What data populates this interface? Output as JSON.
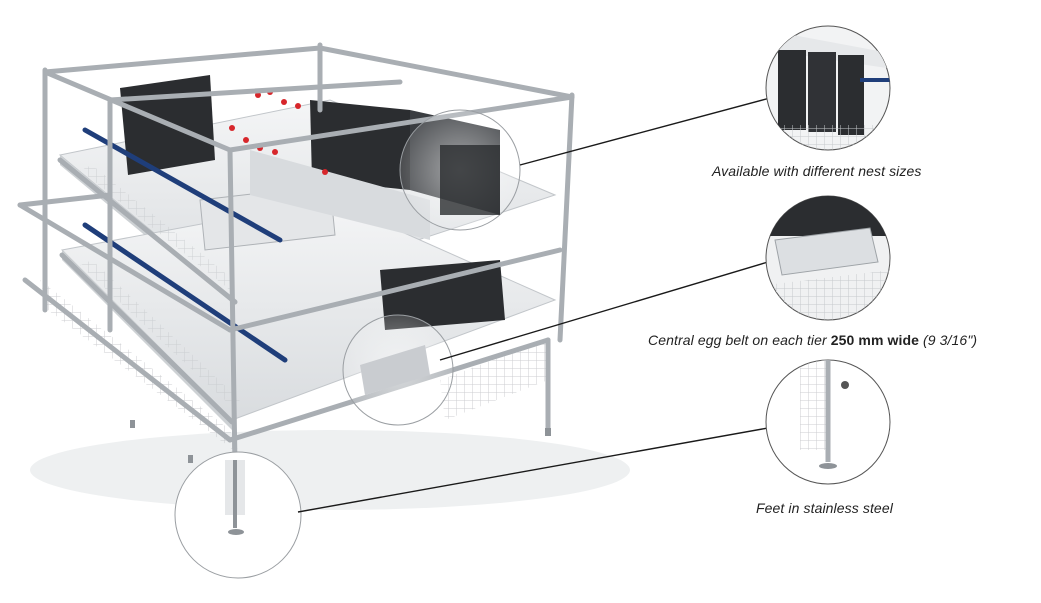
{
  "captions": {
    "nest": {
      "text": "Available with different nest sizes"
    },
    "belt": {
      "prefix": "Central egg belt on each tier ",
      "bold": "250 mm wide",
      "suffix": " (9 3/16\")"
    },
    "feet": {
      "text": "Feet in stainless steel"
    }
  },
  "palette": {
    "frame": "#b9bdc1",
    "frame_dark": "#8e9398",
    "panel": "#2b2d30",
    "belt_blue": "#1f3e7a",
    "drinker_red": "#d7262b",
    "floor": "#e9ebed",
    "callout_line": "#1a1a1a",
    "callout_ring": "#555555"
  }
}
